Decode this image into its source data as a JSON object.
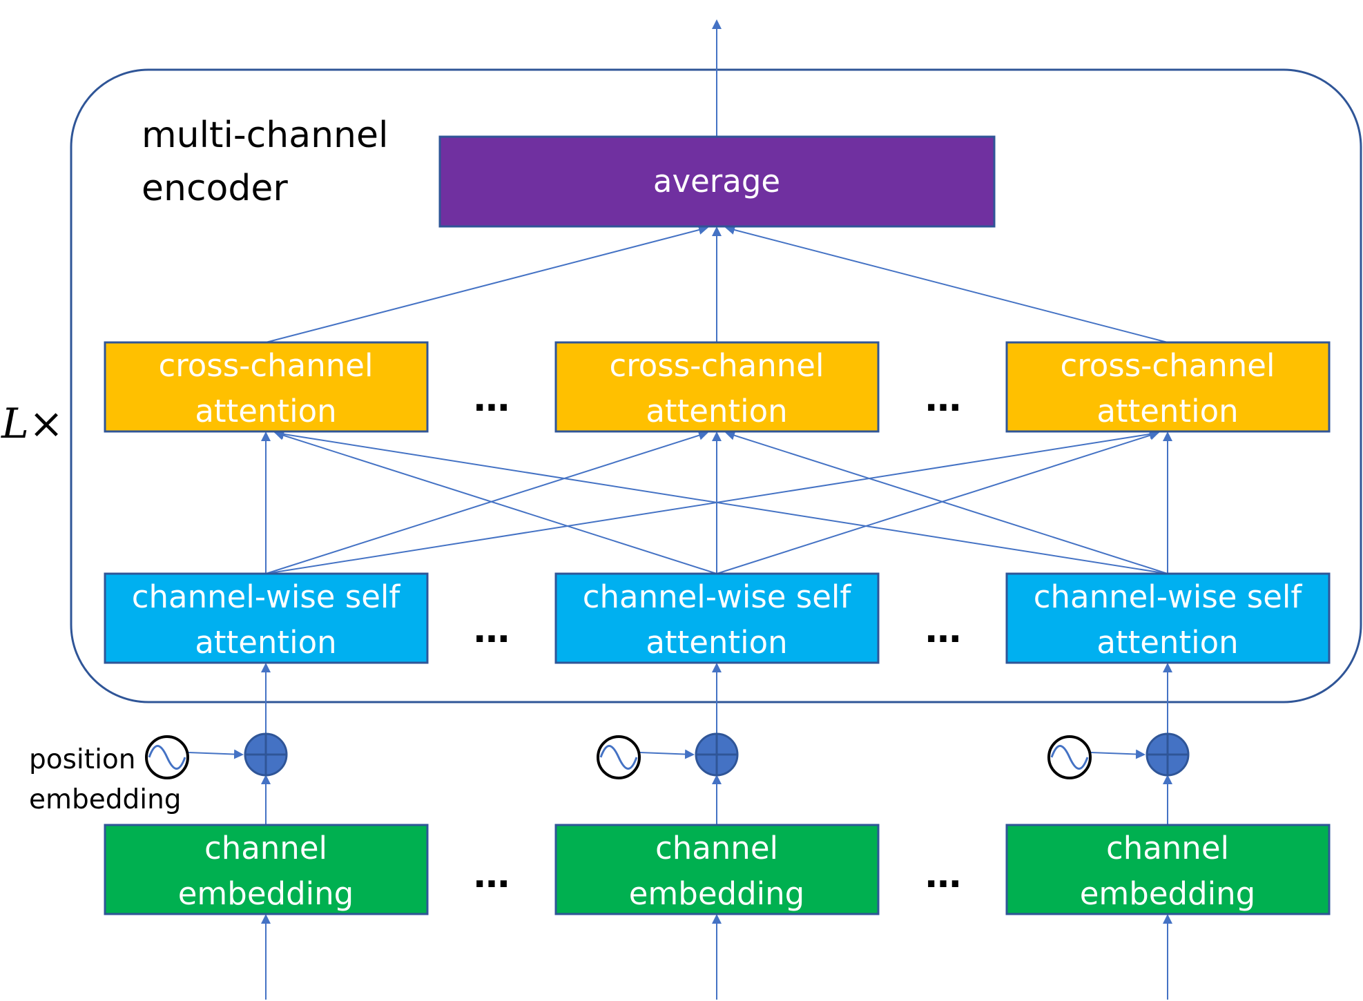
{
  "colors": {
    "average": "#7030a0",
    "cross": "#ffc000",
    "self": "#00b0f0",
    "embed": "#00b050",
    "border": "#2f5597",
    "arrow": "#4472c4",
    "plus": "#4472c4"
  },
  "encoder": {
    "title_line1": "multi-channel",
    "title_line2": "encoder",
    "repeat_label": "L×"
  },
  "average_block": {
    "label": "average"
  },
  "cross_blocks": [
    {
      "line1": "cross-channel",
      "line2": "attention"
    },
    {
      "line1": "cross-channel",
      "line2": "attention"
    },
    {
      "line1": "cross-channel",
      "line2": "attention"
    }
  ],
  "self_blocks": [
    {
      "line1": "channel-wise self",
      "line2": "attention"
    },
    {
      "line1": "channel-wise self",
      "line2": "attention"
    },
    {
      "line1": "channel-wise self",
      "line2": "attention"
    }
  ],
  "embed_blocks": [
    {
      "line1": "channel",
      "line2": "embedding"
    },
    {
      "line1": "channel",
      "line2": "embedding"
    },
    {
      "line1": "channel",
      "line2": "embedding"
    }
  ],
  "ellipsis": "…",
  "position_embedding": {
    "line1": "position",
    "line2": "embedding",
    "sine_icon": "sine-wave-icon",
    "add_icon": "circle-plus-icon"
  }
}
